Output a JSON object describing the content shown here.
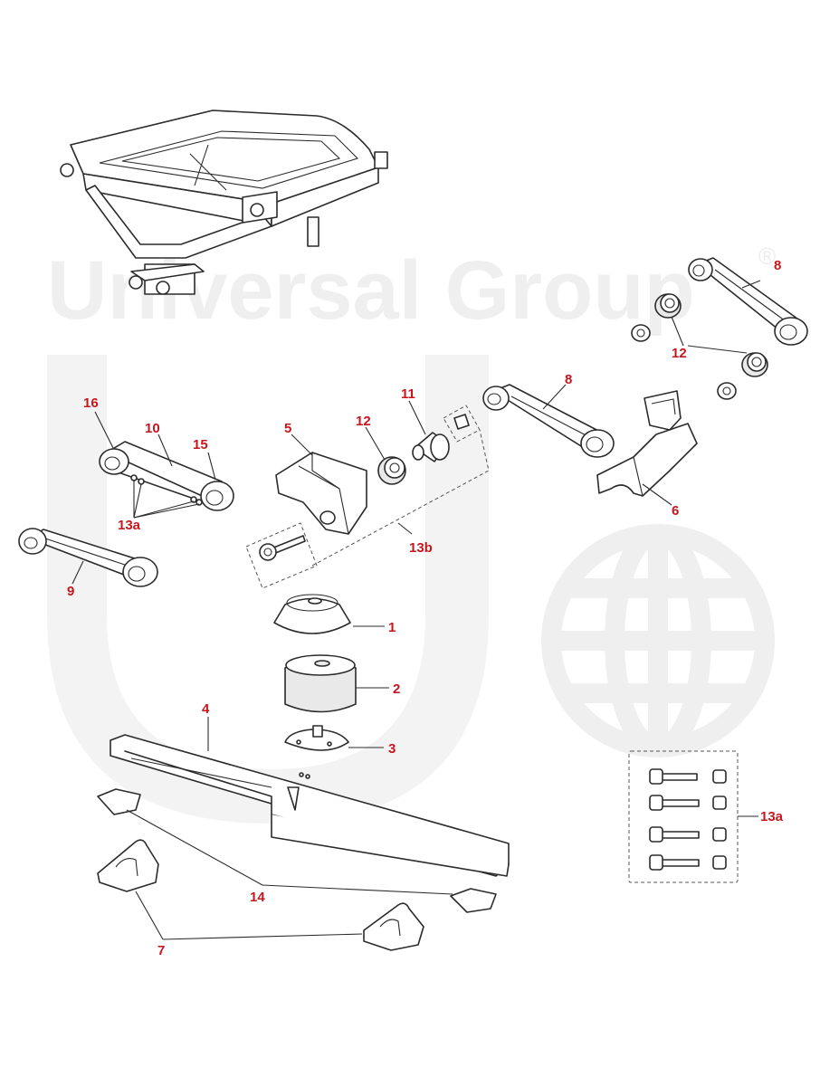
{
  "watermark": {
    "text": "Universal Group",
    "registered_mark": "®",
    "color": "#efefef"
  },
  "callout_color": "#c8161d",
  "callouts": {
    "c1": "1",
    "c2": "2",
    "c3": "3",
    "c4": "4",
    "c5": "5",
    "c6": "6",
    "c7": "7",
    "c8_top": "8",
    "c8_mid": "8",
    "c9": "9",
    "c10": "10",
    "c11": "11",
    "c12_top": "12",
    "c12_mid": "12",
    "c13a_left": "13a",
    "c13a_right": "13a",
    "c13b": "13b",
    "c14": "14",
    "c15": "15",
    "c16": "16"
  }
}
